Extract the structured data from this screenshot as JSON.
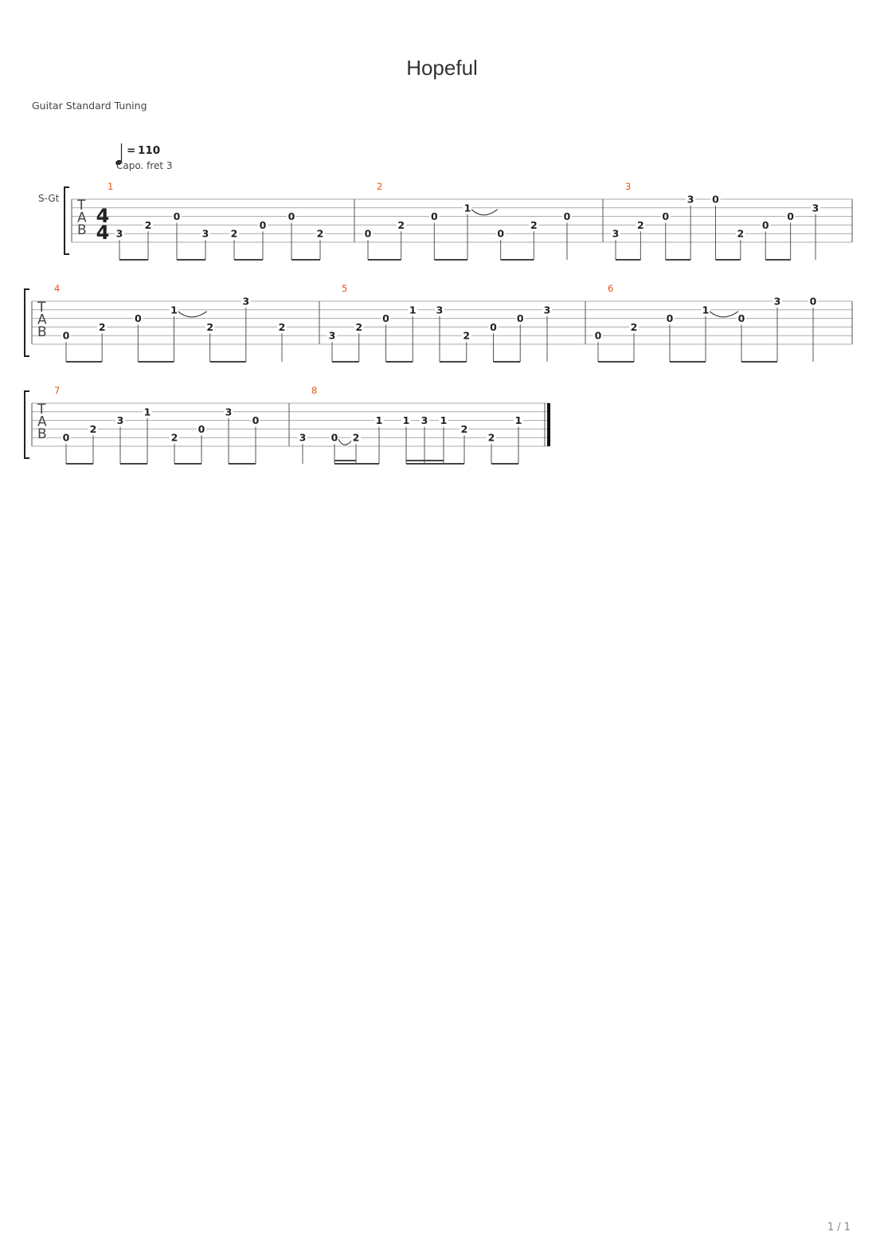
{
  "title": "Hopeful",
  "tuning_label": "Guitar Standard Tuning",
  "track_label": "S-Gt",
  "tab_clef": [
    "T",
    "A",
    "B"
  ],
  "time_signature": {
    "numerator": "4",
    "denominator": "4"
  },
  "tempo": {
    "prefix": "= ",
    "bpm": "110"
  },
  "capo_text": "Capo. fret 3",
  "page_indicator": "1 / 1",
  "colors": {
    "measure_number": "#e8541c",
    "staff_line": "#aaaaaa",
    "text": "#333333"
  },
  "measures": [
    {
      "number": "1",
      "notes": [
        {
          "str": 5,
          "fret": "3"
        },
        {
          "str": 4,
          "fret": "2"
        },
        {
          "str": 3,
          "fret": "0"
        },
        {
          "str": 5,
          "fret": "3"
        },
        {
          "str": 5,
          "fret": "2"
        },
        {
          "str": 4,
          "fret": "0"
        },
        {
          "str": 3,
          "fret": "0"
        },
        {
          "str": 5,
          "fret": "2"
        }
      ]
    },
    {
      "number": "2",
      "notes": [
        {
          "str": 5,
          "fret": "0"
        },
        {
          "str": 4,
          "fret": "2"
        },
        {
          "str": 3,
          "fret": "0"
        },
        {
          "str": 2,
          "fret": "1",
          "tie": true
        },
        {
          "str": 5,
          "fret": "0"
        },
        {
          "str": 4,
          "fret": "2"
        },
        {
          "str": 3,
          "fret": "0"
        }
      ]
    },
    {
      "number": "3",
      "notes": [
        {
          "str": 5,
          "fret": "3"
        },
        {
          "str": 4,
          "fret": "2"
        },
        {
          "str": 3,
          "fret": "0"
        },
        {
          "str": 1,
          "fret": "3"
        },
        {
          "str": 1,
          "fret": "0"
        },
        {
          "str": 5,
          "fret": "2"
        },
        {
          "str": 4,
          "fret": "0"
        },
        {
          "str": 3,
          "fret": "0"
        },
        {
          "str": 2,
          "fret": "3"
        }
      ]
    },
    {
      "number": "4",
      "notes": [
        {
          "str": 5,
          "fret": "0"
        },
        {
          "str": 4,
          "fret": "2"
        },
        {
          "str": 3,
          "fret": "0"
        },
        {
          "str": 2,
          "fret": "1",
          "tie": true
        },
        {
          "str": 4,
          "fret": "2"
        },
        {
          "str": 1,
          "fret": "3"
        },
        {
          "str": 4,
          "fret": "2"
        }
      ]
    },
    {
      "number": "5",
      "notes": [
        {
          "str": 5,
          "fret": "3"
        },
        {
          "str": 4,
          "fret": "2"
        },
        {
          "str": 3,
          "fret": "0"
        },
        {
          "str": 2,
          "fret": "1"
        },
        {
          "str": 2,
          "fret": "3"
        },
        {
          "str": 5,
          "fret": "2"
        },
        {
          "str": 4,
          "fret": "0"
        },
        {
          "str": 3,
          "fret": "0"
        },
        {
          "str": 2,
          "fret": "3"
        }
      ]
    },
    {
      "number": "6",
      "notes": [
        {
          "str": 5,
          "fret": "0"
        },
        {
          "str": 4,
          "fret": "2"
        },
        {
          "str": 3,
          "fret": "0"
        },
        {
          "str": 2,
          "fret": "1",
          "tie": true
        },
        {
          "str": 3,
          "fret": "0"
        },
        {
          "str": 1,
          "fret": "3"
        },
        {
          "str": 1,
          "fret": "0"
        }
      ]
    },
    {
      "number": "7",
      "notes": [
        {
          "str": 5,
          "fret": "0"
        },
        {
          "str": 4,
          "fret": "2"
        },
        {
          "str": 3,
          "fret": "3"
        },
        {
          "str": 2,
          "fret": "1"
        },
        {
          "str": 5,
          "fret": "2"
        },
        {
          "str": 4,
          "fret": "0"
        },
        {
          "str": 2,
          "fret": "3"
        },
        {
          "str": 3,
          "fret": "0"
        }
      ]
    },
    {
      "number": "8",
      "notes": [
        {
          "str": 5,
          "fret": "3"
        },
        {
          "str": 5,
          "fret": "0",
          "tie": true
        },
        {
          "str": 5,
          "fret": "2"
        },
        {
          "str": 3,
          "fret": "1"
        },
        {
          "str": 3,
          "fret": "1"
        },
        {
          "str": 3,
          "fret": "3"
        },
        {
          "str": 3,
          "fret": "1"
        },
        {
          "str": 4,
          "fret": "2"
        },
        {
          "str": 5,
          "fret": "2"
        },
        {
          "str": 3,
          "fret": "1"
        }
      ]
    }
  ]
}
